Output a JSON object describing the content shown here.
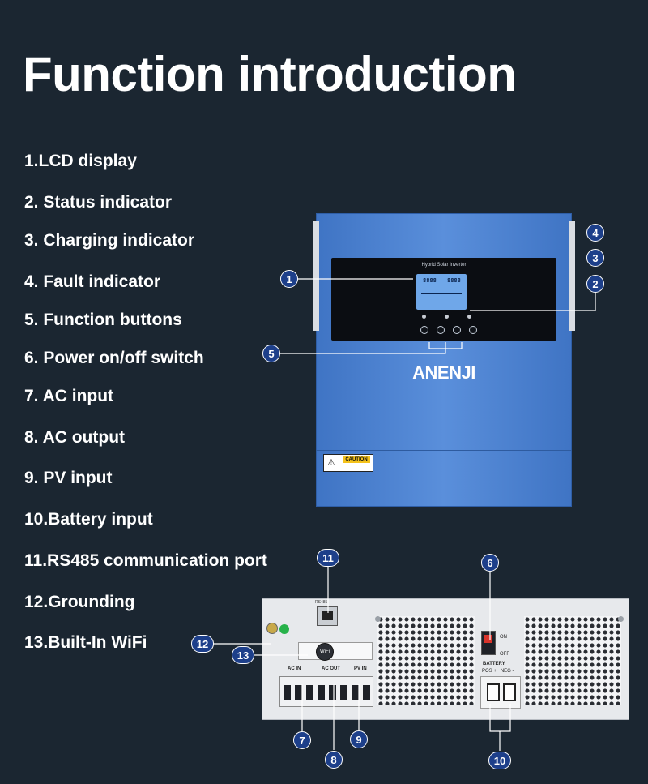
{
  "title": "Function introduction",
  "features": [
    "1.LCD display",
    "2. Status indicator",
    "3. Charging indicator",
    "4. Fault indicator",
    "5. Function buttons",
    "6. Power on/off switch",
    "7. AC input",
    "8. AC output",
    "9. PV input",
    "10.Battery input",
    "11.RS485 communication port",
    "12.Grounding",
    "13.Built-In WiFi"
  ],
  "callouts": [
    "1",
    "2",
    "3",
    "4",
    "5",
    "6",
    "7",
    "8",
    "9",
    "10",
    "11",
    "12",
    "13"
  ],
  "device": {
    "panel_label": "Hybrid Solar Inverter",
    "brand": "ANENJI",
    "caution": "CAUTION",
    "lcd_left": "8888",
    "lcd_right": "8888",
    "switch_on": "ON",
    "switch_off": "OFF",
    "battery_label": "BATTERY",
    "battery_pos_neg": "POS +   NEG -",
    "ac_in": "AC IN",
    "ac_out": "AC OUT",
    "pv_in": "PV IN",
    "rs485": "RS485",
    "wifi": "WiFi"
  },
  "colors": {
    "background": "#1b2631",
    "badge": "#1d3f8a",
    "inverter_blue": "#4a7fcd"
  }
}
